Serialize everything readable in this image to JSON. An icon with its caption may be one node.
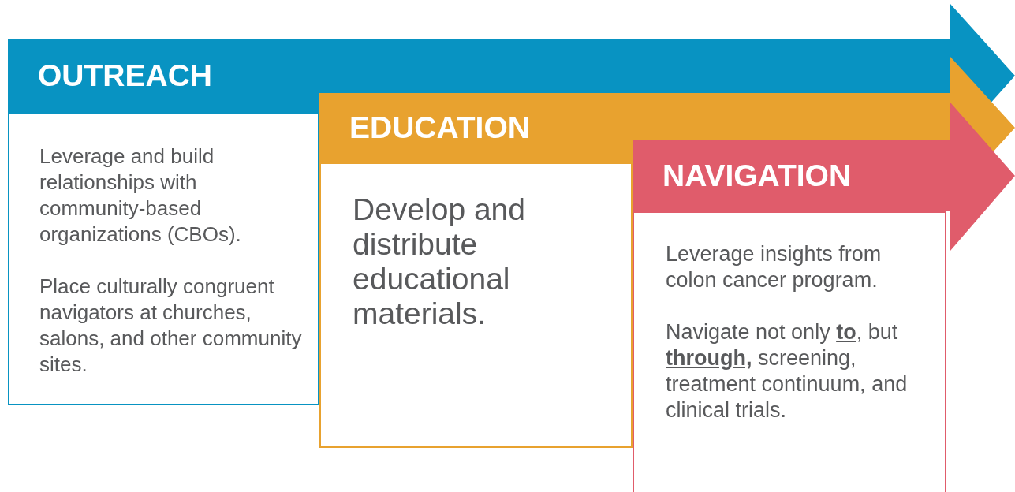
{
  "diagram": {
    "nodes": [
      {
        "text": [
          "OUTREACH"
        ]
      },
      {
        "text": [
          "Leverage and build relationships with community-based organizations (CBOs).",
          "Place culturally congruent navigators at churches, salons, and other community sites."
        ]
      },
      {
        "text": [
          "EDUCATION"
        ]
      },
      {
        "text": [
          "Develop and distribute educational materials."
        ]
      },
      {
        "text": [
          "NAVIGATION"
        ]
      },
      {
        "text": [
          "Leverage insights from colon cancer program.",
          "Navigate not only **to**, but **through,** screening, treatment continuum, and clinical trials."
        ]
      }
    ]
  }
}
